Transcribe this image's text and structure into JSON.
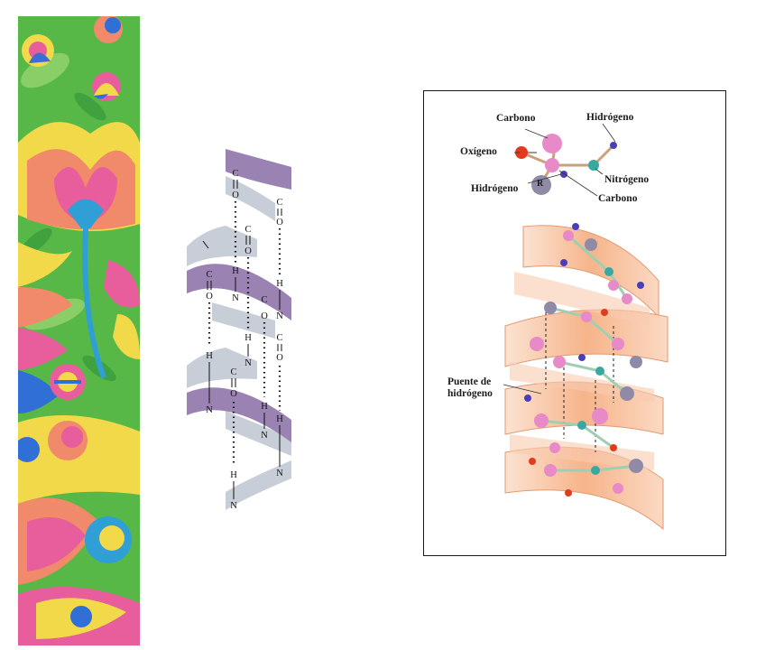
{
  "left_helix": {
    "atoms": {
      "c": "C",
      "o": "O",
      "n": "N",
      "h": "H"
    }
  },
  "amino_acid_labels": {
    "carbono_top": "Carbono",
    "hidrogeno_top": "Hidrógeno",
    "oxigeno": "Oxígeno",
    "nitrogeno": "Nitrógeno",
    "hidrogeno_left": "Hidrógeno",
    "carbono_bottom": "Carbono",
    "r_group": "R"
  },
  "hydrogen_bond_label": "Puente de hidrógeno",
  "colors": {
    "helix_purple": "#9a82b3",
    "helix_grey": "#c8ced8",
    "ribbon_orange": "#f6b48a",
    "carbon_pink": "#e889c8",
    "oxygen_red": "#e33a1c",
    "nitrogen_teal": "#3aa8a0",
    "hydrogen_blue": "#4a3fb8",
    "r_group_grey": "#8f8aa6",
    "floral_green": "#58b847"
  }
}
